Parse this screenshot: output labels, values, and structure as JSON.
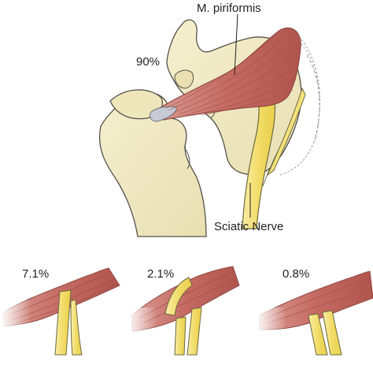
{
  "labels": {
    "muscle": "M. piriformis",
    "nerve": "Sciatic Nerve"
  },
  "variants": [
    {
      "name": "main",
      "percent": "90%"
    },
    {
      "name": "variant-a",
      "percent": "7.1%"
    },
    {
      "name": "variant-b",
      "percent": "2.1%"
    },
    {
      "name": "variant-c",
      "percent": "0.8%"
    }
  ],
  "colors": {
    "bone": "#f2ebc4",
    "bone_outline": "#55524a",
    "muscle": "#c9766f",
    "muscle_dark": "#8f4b45",
    "nerve": "#f6e48c",
    "nerve_outline": "#6d6a40",
    "tendon": "#c8cbd6"
  }
}
